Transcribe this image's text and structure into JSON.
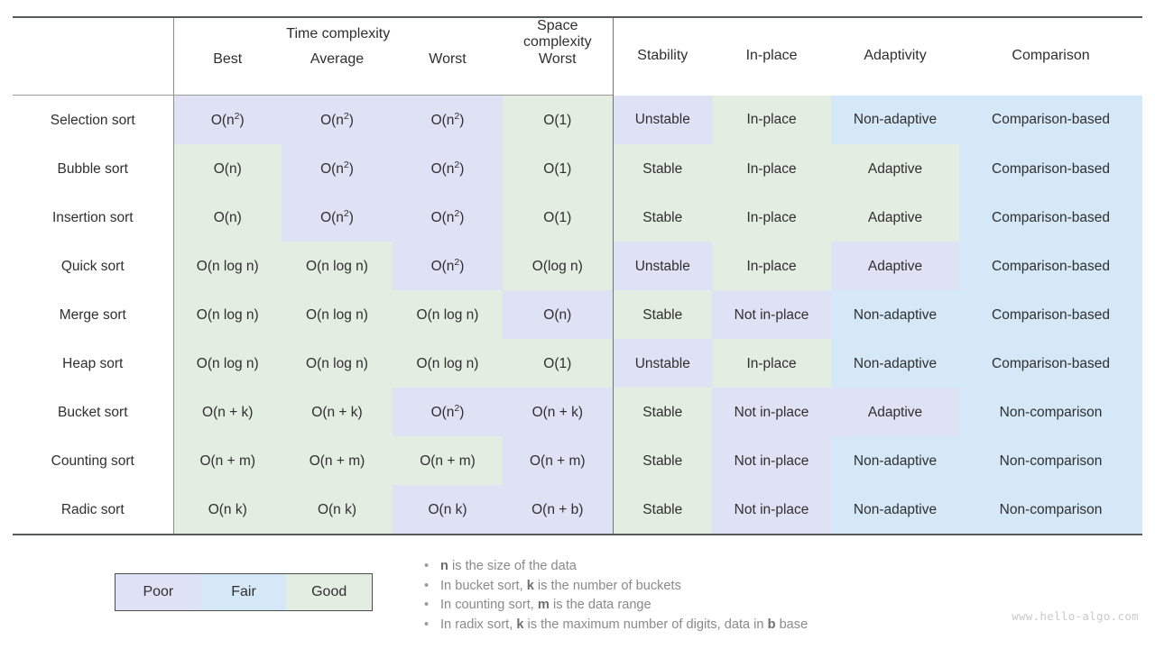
{
  "palette": {
    "poor": "#dfe2f5",
    "fair": "#d5e8f7",
    "good": "#e3ede1",
    "none": "#ffffff",
    "rule": "#555b5b",
    "text": "#2f2f2f",
    "muted": "#8a8a8a",
    "watermark": "#c9c9c9"
  },
  "table": {
    "group_headers": {
      "time": "Time complexity",
      "space": "Space complexity"
    },
    "sub_headers": {
      "best": "Best",
      "average": "Average",
      "worst_time": "Worst",
      "worst_space": "Worst"
    },
    "right_headers": {
      "stability": "Stability",
      "in_place": "In-place",
      "adaptivity": "Adaptivity",
      "comparison": "Comparison"
    },
    "rows": [
      {
        "name": "Selection sort",
        "best": {
          "text": "O(n²)",
          "sup": "2",
          "base": "O(n",
          "tail": ")",
          "rating": "poor"
        },
        "average": {
          "text": "O(n²)",
          "sup": "2",
          "base": "O(n",
          "tail": ")",
          "rating": "poor"
        },
        "worst_time": {
          "text": "O(n²)",
          "sup": "2",
          "base": "O(n",
          "tail": ")",
          "rating": "poor"
        },
        "worst_space": {
          "text": "O(1)",
          "rating": "good"
        },
        "stability": {
          "text": "Unstable",
          "rating": "poor"
        },
        "in_place": {
          "text": "In-place",
          "rating": "good"
        },
        "adaptivity": {
          "text": "Non-adaptive",
          "rating": "fair"
        },
        "comparison": {
          "text": "Comparison-based",
          "rating": "fair"
        }
      },
      {
        "name": "Bubble sort",
        "best": {
          "text": "O(n)",
          "rating": "good"
        },
        "average": {
          "text": "O(n²)",
          "sup": "2",
          "base": "O(n",
          "tail": ")",
          "rating": "poor"
        },
        "worst_time": {
          "text": "O(n²)",
          "sup": "2",
          "base": "O(n",
          "tail": ")",
          "rating": "poor"
        },
        "worst_space": {
          "text": "O(1)",
          "rating": "good"
        },
        "stability": {
          "text": "Stable",
          "rating": "good"
        },
        "in_place": {
          "text": "In-place",
          "rating": "good"
        },
        "adaptivity": {
          "text": "Adaptive",
          "rating": "good"
        },
        "comparison": {
          "text": "Comparison-based",
          "rating": "fair"
        }
      },
      {
        "name": "Insertion sort",
        "best": {
          "text": "O(n)",
          "rating": "good"
        },
        "average": {
          "text": "O(n²)",
          "sup": "2",
          "base": "O(n",
          "tail": ")",
          "rating": "poor"
        },
        "worst_time": {
          "text": "O(n²)",
          "sup": "2",
          "base": "O(n",
          "tail": ")",
          "rating": "poor"
        },
        "worst_space": {
          "text": "O(1)",
          "rating": "good"
        },
        "stability": {
          "text": "Stable",
          "rating": "good"
        },
        "in_place": {
          "text": "In-place",
          "rating": "good"
        },
        "adaptivity": {
          "text": "Adaptive",
          "rating": "good"
        },
        "comparison": {
          "text": "Comparison-based",
          "rating": "fair"
        }
      },
      {
        "name": "Quick sort",
        "best": {
          "text": "O(n log n)",
          "rating": "good"
        },
        "average": {
          "text": "O(n log n)",
          "rating": "good"
        },
        "worst_time": {
          "text": "O(n²)",
          "sup": "2",
          "base": "O(n",
          "tail": ")",
          "rating": "poor"
        },
        "worst_space": {
          "text": "O(log n)",
          "rating": "good"
        },
        "stability": {
          "text": "Unstable",
          "rating": "poor"
        },
        "in_place": {
          "text": "In-place",
          "rating": "good"
        },
        "adaptivity": {
          "text": "Adaptive",
          "rating": "poor"
        },
        "comparison": {
          "text": "Comparison-based",
          "rating": "fair"
        }
      },
      {
        "name": "Merge sort",
        "best": {
          "text": "O(n log n)",
          "rating": "good"
        },
        "average": {
          "text": "O(n log n)",
          "rating": "good"
        },
        "worst_time": {
          "text": "O(n log n)",
          "rating": "good"
        },
        "worst_space": {
          "text": "O(n)",
          "rating": "poor"
        },
        "stability": {
          "text": "Stable",
          "rating": "good"
        },
        "in_place": {
          "text": "Not in-place",
          "rating": "poor"
        },
        "adaptivity": {
          "text": "Non-adaptive",
          "rating": "fair"
        },
        "comparison": {
          "text": "Comparison-based",
          "rating": "fair"
        }
      },
      {
        "name": "Heap sort",
        "best": {
          "text": "O(n log n)",
          "rating": "good"
        },
        "average": {
          "text": "O(n log n)",
          "rating": "good"
        },
        "worst_time": {
          "text": "O(n log n)",
          "rating": "good"
        },
        "worst_space": {
          "text": "O(1)",
          "rating": "good"
        },
        "stability": {
          "text": "Unstable",
          "rating": "poor"
        },
        "in_place": {
          "text": "In-place",
          "rating": "good"
        },
        "adaptivity": {
          "text": "Non-adaptive",
          "rating": "fair"
        },
        "comparison": {
          "text": "Comparison-based",
          "rating": "fair"
        }
      },
      {
        "name": "Bucket sort",
        "best": {
          "text": "O(n + k)",
          "rating": "good"
        },
        "average": {
          "text": "O(n + k)",
          "rating": "good"
        },
        "worst_time": {
          "text": "O(n²)",
          "sup": "2",
          "base": "O(n",
          "tail": ")",
          "rating": "poor"
        },
        "worst_space": {
          "text": "O(n + k)",
          "rating": "poor"
        },
        "stability": {
          "text": "Stable",
          "rating": "good"
        },
        "in_place": {
          "text": "Not in-place",
          "rating": "poor"
        },
        "adaptivity": {
          "text": "Adaptive",
          "rating": "poor"
        },
        "comparison": {
          "text": "Non-comparison",
          "rating": "fair"
        }
      },
      {
        "name": "Counting sort",
        "best": {
          "text": "O(n + m)",
          "rating": "good"
        },
        "average": {
          "text": "O(n + m)",
          "rating": "good"
        },
        "worst_time": {
          "text": "O(n + m)",
          "rating": "good"
        },
        "worst_space": {
          "text": "O(n + m)",
          "rating": "poor"
        },
        "stability": {
          "text": "Stable",
          "rating": "good"
        },
        "in_place": {
          "text": "Not in-place",
          "rating": "poor"
        },
        "adaptivity": {
          "text": "Non-adaptive",
          "rating": "fair"
        },
        "comparison": {
          "text": "Non-comparison",
          "rating": "fair"
        }
      },
      {
        "name": "Radic sort",
        "best": {
          "text": "O(n k)",
          "rating": "good"
        },
        "average": {
          "text": "O(n k)",
          "rating": "good"
        },
        "worst_time": {
          "text": "O(n k)",
          "rating": "poor"
        },
        "worst_space": {
          "text": "O(n + b)",
          "rating": "poor"
        },
        "stability": {
          "text": "Stable",
          "rating": "good"
        },
        "in_place": {
          "text": "Not in-place",
          "rating": "poor"
        },
        "adaptivity": {
          "text": "Non-adaptive",
          "rating": "fair"
        },
        "comparison": {
          "text": "Non-comparison",
          "rating": "fair"
        }
      }
    ]
  },
  "legend": {
    "items": [
      {
        "label": "Poor",
        "rating": "poor"
      },
      {
        "label": "Fair",
        "rating": "fair"
      },
      {
        "label": "Good",
        "rating": "good"
      }
    ]
  },
  "notes": {
    "bullet": "•",
    "items": [
      {
        "pre": "",
        "b1": "n",
        "mid": " is the size of the data",
        "b2": "",
        "post": ""
      },
      {
        "pre": "In bucket sort, ",
        "b1": "k",
        "mid": " is the number of buckets",
        "b2": "",
        "post": ""
      },
      {
        "pre": "In counting sort, ",
        "b1": "m",
        "mid": " is the data range",
        "b2": "",
        "post": ""
      },
      {
        "pre": "In radix sort, ",
        "b1": "k",
        "mid": " is the maximum number of digits, data in ",
        "b2": "b",
        "post": " base"
      }
    ]
  },
  "watermark": {
    "text": "www.hello-algo.com"
  }
}
